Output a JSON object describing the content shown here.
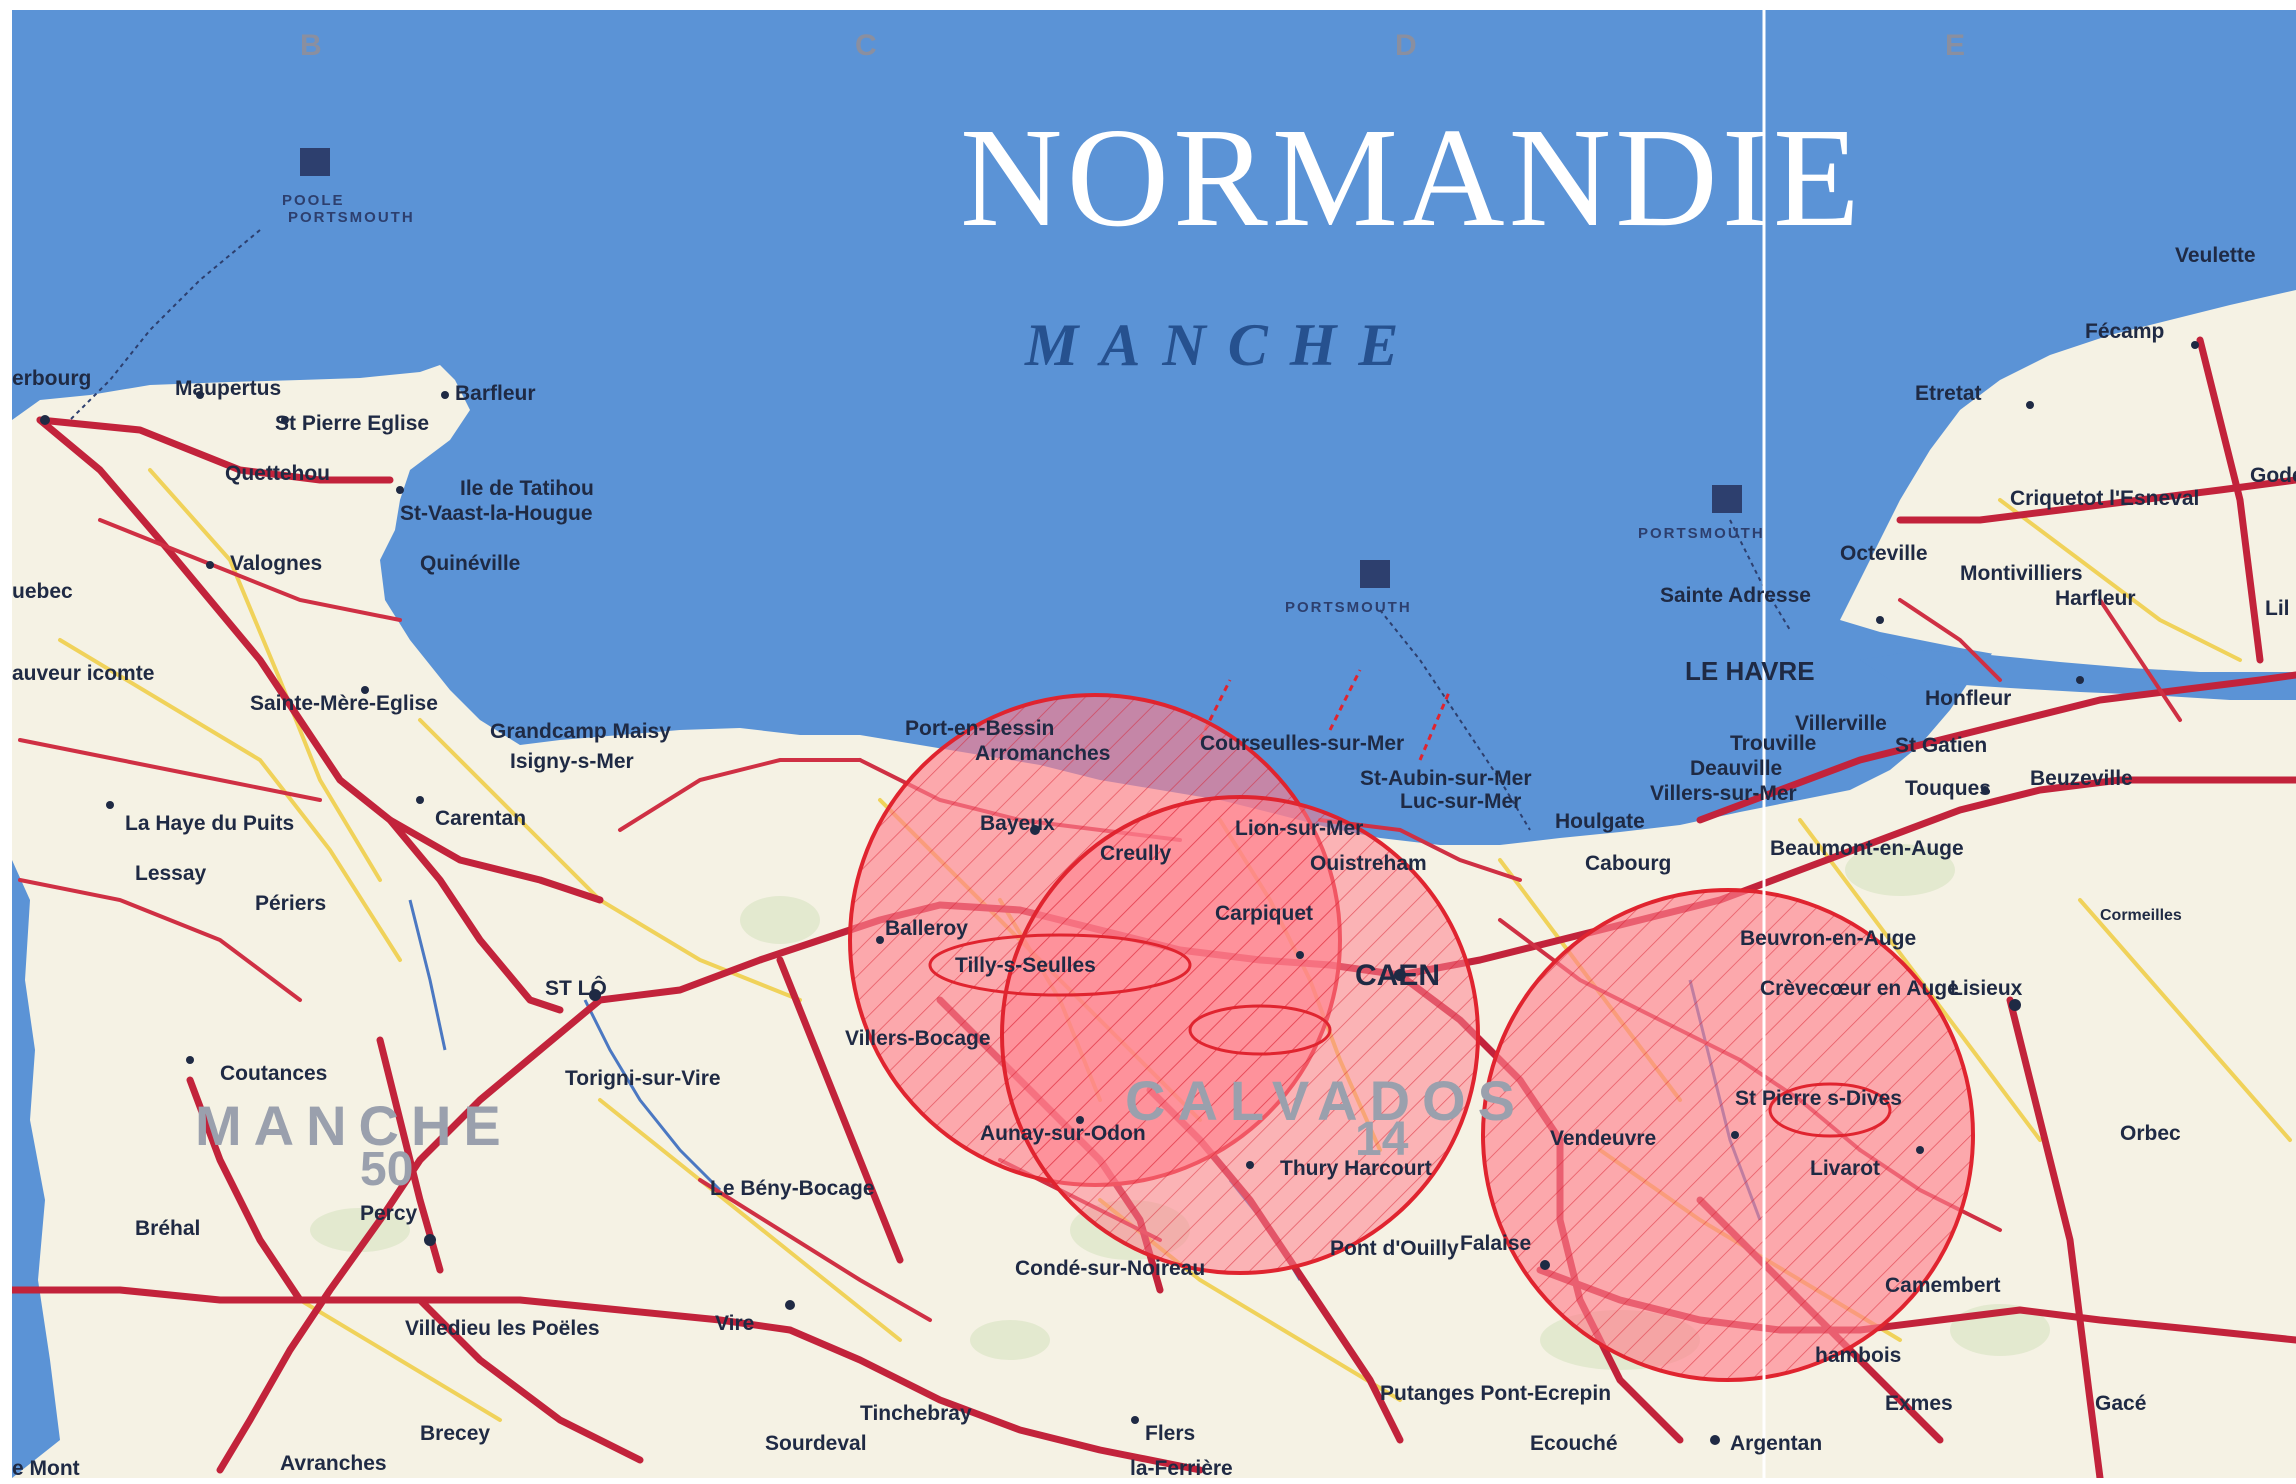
{
  "map": {
    "title": "NORMANDIE",
    "sea_label": "MANCHE",
    "grid_letters": [
      "B",
      "C",
      "D",
      "E"
    ],
    "departments": [
      {
        "name": "MANCHE",
        "number": "50"
      },
      {
        "name": "CALVADOS",
        "number": "14"
      }
    ],
    "ferry_routes": [
      {
        "label_lines": [
          "POOLE",
          "PORTSMOUTH"
        ]
      },
      {
        "label_lines": [
          "PORTSMOUTH"
        ]
      },
      {
        "label_lines": [
          "PORTSMOUTH"
        ]
      }
    ],
    "towns": {
      "cherbourg": "erbourg",
      "maupertus": "Maupertus",
      "barfleur": "Barfleur",
      "st_pierre_eglise": "St Pierre Eglise",
      "quettehou": "Quettehou",
      "ile_tatihou": "Ile de Tatihou",
      "st_vaast": "St-Vaast-la-Hougue",
      "valognes": "Valognes",
      "quineville": "Quinéville",
      "quebec": "uebec",
      "sauveur": "auveur icomte",
      "ste_mere": "Sainte-Mère-Eglise",
      "grandcamp": "Grandcamp Maisy",
      "isigny": "Isigny-s-Mer",
      "carentan": "Carentan",
      "la_haye": "La Haye du Puits",
      "lessay": "Lessay",
      "periers": "Périers",
      "st_lo": "ST LÔ",
      "coutances": "Coutances",
      "torigni": "Torigni-sur-Vire",
      "percy": "Percy",
      "le_beny": "Le Bény-Bocage",
      "brehal": "Bréhal",
      "villedieu": "Villedieu les Poëles",
      "vire": "Vire",
      "brecey": "Brecey",
      "avranches": "Avranches",
      "le_mont": "e Mont",
      "sourdeval": "Sourdeval",
      "tinchebray": "Tinchebray",
      "flers": "Flers",
      "la_ferriere": "la-Ferrière",
      "conde": "Condé-sur-Noireau",
      "port_en_bessin": "Port-en-Bessin",
      "arromanches": "Arromanches",
      "courseulles": "Courseulles-sur-Mer",
      "st_aubin": "St-Aubin-sur-Mer",
      "luc": "Luc-sur-Mer",
      "lion": "Lion-sur-Mer",
      "ouistreham": "Ouistreham",
      "bayeux": "Bayeux",
      "creully": "Creully",
      "balleroy": "Balleroy",
      "tilly": "Tilly-s-Seulles",
      "carpiquet": "Carpiquet",
      "caen": "CAEN",
      "villers": "Villers-Bocage",
      "aunay": "Aunay-sur-Odon",
      "thury": "Thury Harcourt",
      "pont_ouilly": "Pont d'Ouilly",
      "falaise": "Falaise",
      "putanges": "Putanges Pont-Ecrepin",
      "ecouche": "Ecouché",
      "argentan": "Argentan",
      "exmes": "Exmes",
      "gace": "Gacé",
      "chambois": "hambois",
      "camembert": "Camembert",
      "livarot": "Livarot",
      "st_pierre_dives": "St Pierre s-Dives",
      "vendeuvre": "Vendeuvre",
      "crevecoeur": "Crèvecœur en Auge",
      "lisieux": "Lisieux",
      "orbec": "Orbec",
      "beuvron": "Beuvron-en-Auge",
      "beaumont": "Beaumont-en-Auge",
      "cabourg": "Cabourg",
      "houlgate": "Houlgate",
      "villers_mer": "Villers-sur-Mer",
      "deauville": "Deauville",
      "trouville": "Trouville",
      "villerville": "Villerville",
      "st_gatien": "St Gatien",
      "touques": "Touques",
      "beuzeville": "Beuzeville",
      "honfleur": "Honfleur",
      "le_havre": "LE HAVRE",
      "sainte_adresse": "Sainte Adresse",
      "harfleur": "Harfleur",
      "montivilliers": "Montivilliers",
      "octeville": "Octeville",
      "criquetot": "Criquetot l'Esneval",
      "etretat": "Etretat",
      "fecamp": "Fécamp",
      "veulettes": "Veulette",
      "goderville": "Gode",
      "lillebonne": "Lil",
      "cormeilles": "Cormeilles",
      "falaise_note": "Falaise"
    },
    "colors": {
      "sea": "#5b93d6",
      "land": "#f5f2e4",
      "zone_fill": "#ff7f8e",
      "zone_stroke": "#e0242f",
      "road": "#c2233b"
    }
  }
}
